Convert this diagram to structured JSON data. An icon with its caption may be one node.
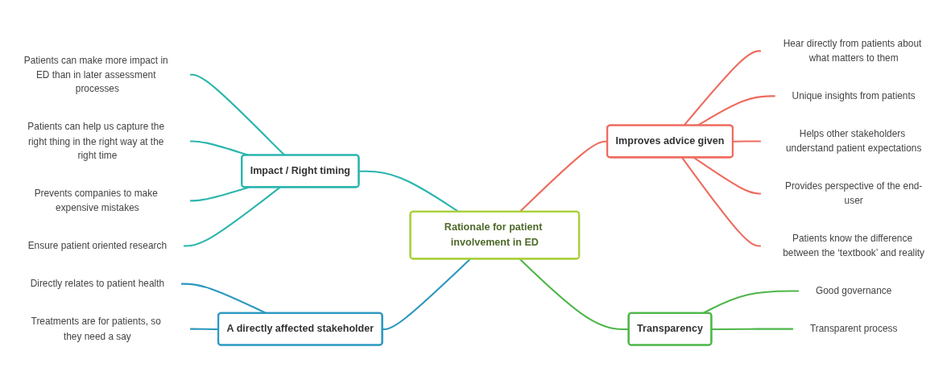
{
  "diagram": {
    "nodes": [
      {
        "text": [
          "Rationale for patient involvement in ED"
        ]
      },
      {
        "text": [
          "Impact / Right timing"
        ]
      },
      {
        "text": [
          "Patients can make more impact in ED than in later assessment processes"
        ]
      },
      {
        "text": [
          "Patients can help us capture the right thing in the right way at the right time"
        ]
      },
      {
        "text": [
          "Prevents companies to make expensive mistakes"
        ]
      },
      {
        "text": [
          "Ensure patient oriented research"
        ]
      },
      {
        "text": [
          "Improves advice given"
        ]
      },
      {
        "text": [
          "Hear directly from patients about what matters to them"
        ]
      },
      {
        "text": [
          "Unique insights from patients"
        ]
      },
      {
        "text": [
          "Helps other stakeholders understand patient expectations"
        ]
      },
      {
        "text": [
          "Provides perspective of the end-user"
        ]
      },
      {
        "text": [
          "Patients know the difference between the ‘textbook’ and reality"
        ]
      },
      {
        "text": [
          "A directly affected stakeholder"
        ]
      },
      {
        "text": [
          "Directly relates to patient health"
        ]
      },
      {
        "text": [
          "Treatments are for patients, so they need a say"
        ]
      },
      {
        "text": [
          "Transparency"
        ]
      },
      {
        "text": [
          "Good governance"
        ]
      },
      {
        "text": [
          "Transparent process"
        ]
      }
    ],
    "edges": [
      {
        "from": 0,
        "to": 1,
        "arrow": "none",
        "color": "#2bb5ad"
      },
      {
        "from": 1,
        "to": 2,
        "arrow": "none",
        "color": "#2bb5ad"
      },
      {
        "from": 1,
        "to": 3,
        "arrow": "none",
        "color": "#2bb5ad"
      },
      {
        "from": 1,
        "to": 4,
        "arrow": "none",
        "color": "#2bb5ad"
      },
      {
        "from": 1,
        "to": 5,
        "arrow": "none",
        "color": "#2bb5ad"
      },
      {
        "from": 0,
        "to": 6,
        "arrow": "none",
        "color": "#ee6b5e"
      },
      {
        "from": 6,
        "to": 7,
        "arrow": "none",
        "color": "#ee6b5e"
      },
      {
        "from": 6,
        "to": 8,
        "arrow": "none",
        "color": "#ee6b5e"
      },
      {
        "from": 6,
        "to": 9,
        "arrow": "none",
        "color": "#ee6b5e"
      },
      {
        "from": 6,
        "to": 10,
        "arrow": "none",
        "color": "#ee6b5e"
      },
      {
        "from": 6,
        "to": 11,
        "arrow": "none",
        "color": "#ee6b5e"
      },
      {
        "from": 0,
        "to": 12,
        "arrow": "none",
        "color": "#2a97bf"
      },
      {
        "from": 12,
        "to": 13,
        "arrow": "none",
        "color": "#2a97bf"
      },
      {
        "from": 12,
        "to": 14,
        "arrow": "none",
        "color": "#2a97bf"
      },
      {
        "from": 0,
        "to": 15,
        "arrow": "none",
        "color": "#4cb648"
      },
      {
        "from": 15,
        "to": 16,
        "arrow": "none",
        "color": "#4cb648"
      },
      {
        "from": 15,
        "to": 17,
        "arrow": "none",
        "color": "#4cb648"
      }
    ]
  }
}
